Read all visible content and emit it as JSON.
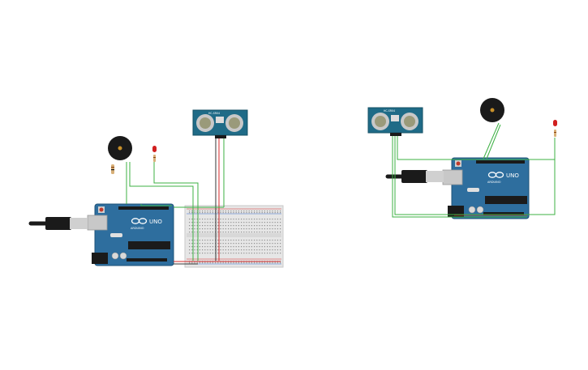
{
  "circuit_left": {
    "arduino": {
      "brand_text": "UNO",
      "sub_text": "ARDUINO"
    },
    "sensor": {
      "label": "HC-SR04"
    }
  },
  "circuit_right": {
    "arduino": {
      "brand_text": "UNO",
      "sub_text": "ARDUINO"
    },
    "sensor": {
      "label": "HC-SR04"
    }
  },
  "colors": {
    "board": "#2e6e9e",
    "wire_green": "#3cb043",
    "wire_red": "#d42a2a",
    "wire_dark": "#333333",
    "led_red": "#d11f1f",
    "buzzer": "#1a1a1a"
  }
}
